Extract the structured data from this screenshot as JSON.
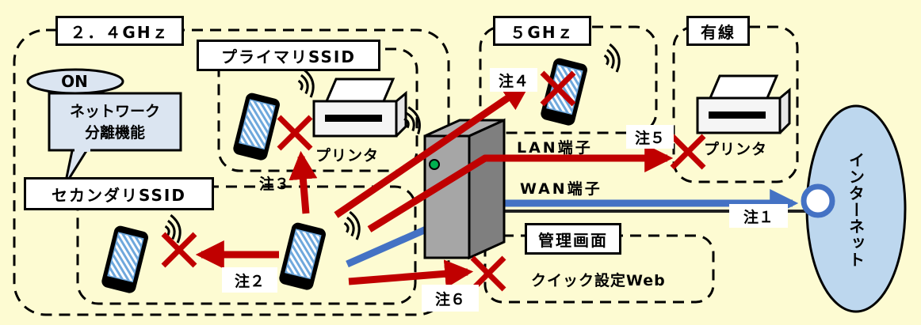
{
  "colors": {
    "background": "#fdfbd2",
    "blocked_arrow": "#c00000",
    "wan_arrow": "#4472c4",
    "internet": "#bdd7ee",
    "bubble": "#dbe5f1"
  },
  "zones": {
    "band_24": "２．４GHｚ",
    "band_5": "５GHｚ",
    "wired": "有線",
    "primary_ssid": "プライマリSSID",
    "secondary_ssid": "セカンダリSSID",
    "management": "管理画面"
  },
  "isolation_bubble": {
    "state": "ON",
    "line1": "ネットワーク",
    "line2": "分離機能"
  },
  "devices": {
    "printer_primary": "プリンタ",
    "printer_wired": "プリンタ"
  },
  "ports": {
    "lan": "LAN端子",
    "wan": "WAN端子"
  },
  "management_item": "クイック設定Web",
  "internet": "インターネット",
  "notes": {
    "n1": "注１",
    "n2": "注２",
    "n3": "注３",
    "n4": "注４",
    "n5": "注５",
    "n6": "注６"
  },
  "icons": [
    "smartphone-icon",
    "printer-icon",
    "router-icon",
    "wifi-signal-icon",
    "blocked-x-icon",
    "arrow-icon"
  ]
}
